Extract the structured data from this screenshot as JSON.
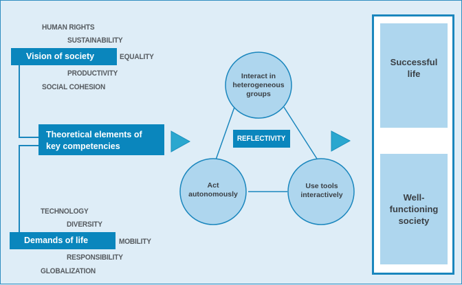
{
  "diagram": {
    "vision": {
      "label": "Vision of society",
      "keywords": [
        "HUMAN RIGHTS",
        "SUSTAINABILITY",
        "EQUALITY",
        "PRODUCTIVITY",
        "SOCIAL COHESION"
      ]
    },
    "theory": {
      "line1": "Theoretical elements of",
      "line2": "key competencies"
    },
    "demands": {
      "label": "Demands of life",
      "keywords": [
        "TECHNOLOGY",
        "DIVERSITY",
        "MOBILITY",
        "RESPONSIBILITY",
        "GLOBALIZATION"
      ]
    },
    "competencies": {
      "top": [
        "Interact in",
        "heterogeneous",
        "groups"
      ],
      "left": [
        "Act",
        "autonomously"
      ],
      "right": [
        "Use tools",
        "interactively"
      ],
      "center": "REFLECTIVITY"
    },
    "outcomes": {
      "top": [
        "Successful",
        "life"
      ],
      "bottom": [
        "Well-",
        "functioning",
        "society"
      ]
    },
    "colors": {
      "accent": "#0a86bd",
      "background": "#deedf7",
      "circle_fill": "#aed6ee",
      "arrow": "#2aa7cf",
      "text": "#555a5f"
    }
  }
}
